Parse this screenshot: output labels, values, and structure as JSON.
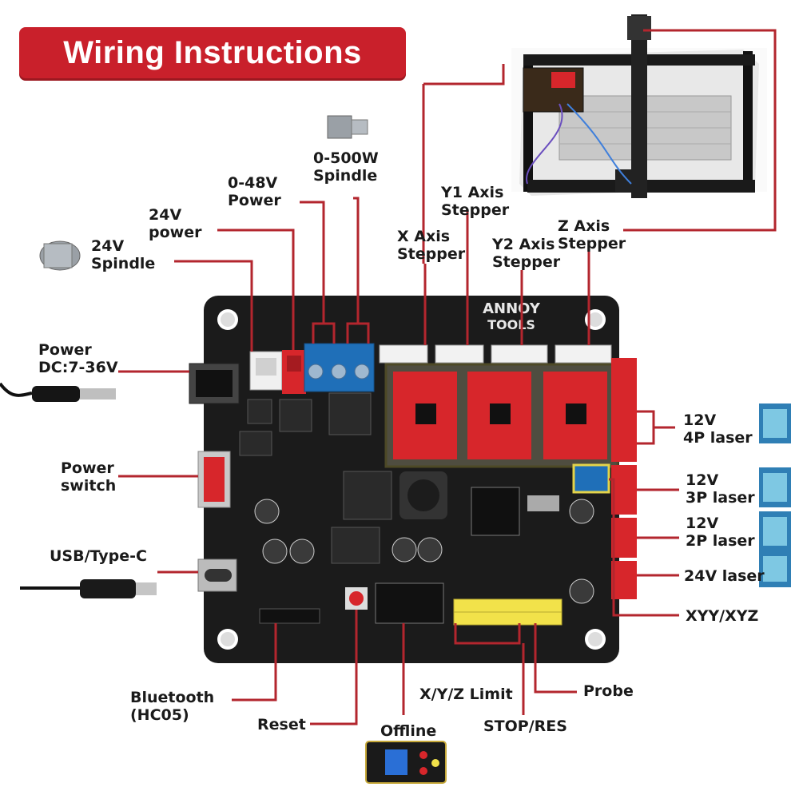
{
  "title": "Wiring Instructions",
  "colors": {
    "accent": "#c9202b",
    "leader": "#b3262e",
    "board": "#1b1b1b",
    "driver": "#d7262b",
    "terminal": "#1f6fb8",
    "header": "#f2e24a"
  },
  "board_logo": [
    "ANNOY",
    "TOOLS"
  ],
  "labels": {
    "spindle24": [
      "24V",
      "Spindle"
    ],
    "power24": [
      "24V",
      "power"
    ],
    "power48": [
      "0-48V",
      "Power"
    ],
    "spindle500": [
      "0-500W",
      "Spindle"
    ],
    "xaxis": [
      "X Axis",
      "Stepper"
    ],
    "y1axis": [
      "Y1 Axis",
      "Stepper"
    ],
    "y2axis": [
      "Y2 Axis",
      "Stepper"
    ],
    "zaxis": [
      "Z Axis",
      "Stepper"
    ],
    "powerdc": [
      "Power",
      "DC:7-36V"
    ],
    "powerswitch": [
      "Power",
      "switch"
    ],
    "usb": "USB/Type-C",
    "bluetooth": [
      "Bluetooth",
      "(HC05)"
    ],
    "reset": "Reset",
    "offline": "Offline",
    "limit": "X/Y/Z Limit",
    "stopres": "STOP/RES",
    "probe": "Probe",
    "laser4p": [
      "12V",
      "4P laser"
    ],
    "laser3p": [
      "12V",
      "3P laser"
    ],
    "laser2p": [
      "12V",
      "2P laser"
    ],
    "laser24": "24V laser",
    "xyy": "XYY/XYZ"
  }
}
